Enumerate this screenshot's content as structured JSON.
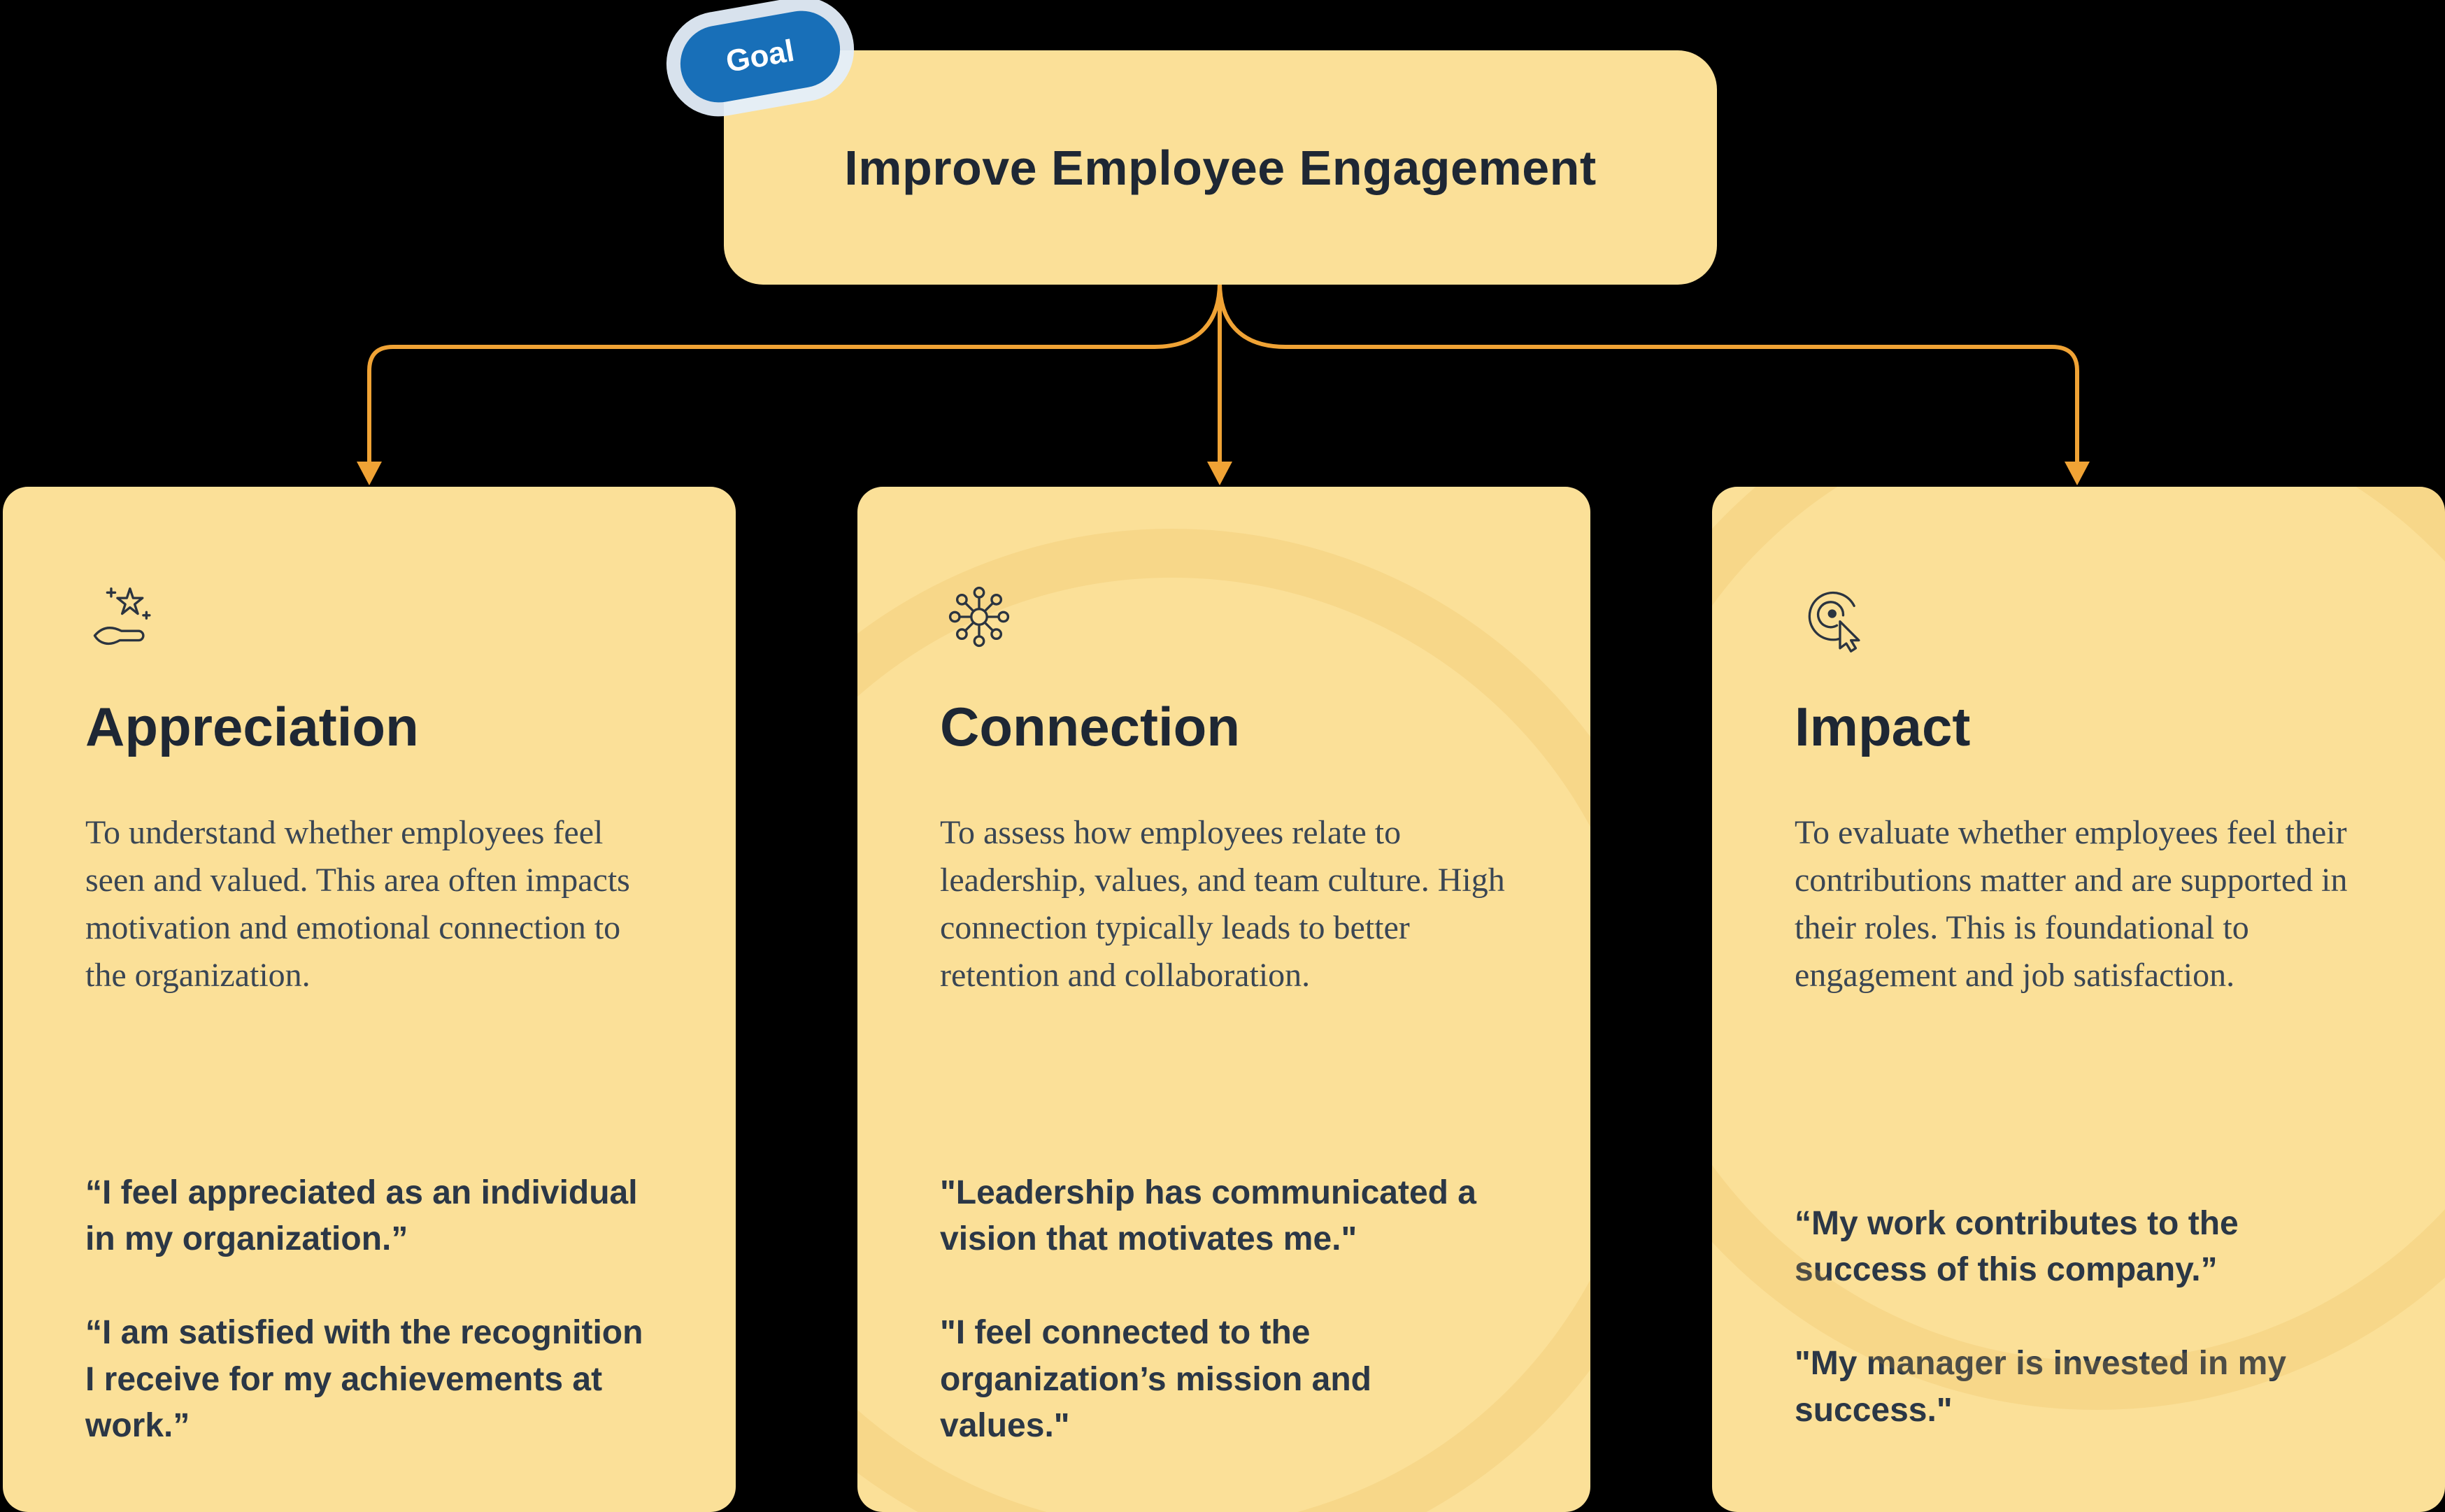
{
  "goal": {
    "badge": "Goal",
    "title": "Improve Employee Engagement"
  },
  "colors": {
    "background": "#000000",
    "panel": "#FBE098",
    "arrow": "#F0A335",
    "badge_blue": "#186FB8",
    "heading_text": "#1E2734",
    "body_text": "#3A4654"
  },
  "cards": [
    {
      "icon": "hand-star-icon",
      "title": "Appreciation",
      "description": "To understand whether employees feel seen and valued. This area often impacts motivation and emotional connection to the organization.",
      "quotes": [
        "“I feel appreciated as an individual in my organization.”",
        "“I am satisfied with the recognition I receive for my achievements at work.”"
      ]
    },
    {
      "icon": "network-nodes-icon",
      "title": "Connection",
      "description": "To assess how employees relate to leadership, values, and team culture. High connection typically leads to better retention and collaboration.",
      "quotes": [
        "\"Leadership has communicated a vision that motivates me.\"",
        "\"I feel connected to the organization’s mission and values.\""
      ]
    },
    {
      "icon": "target-cursor-icon",
      "title": "Impact",
      "description": "To evaluate whether employees feel their contributions matter and are supported in their roles. This is foundational to engagement and job satisfaction.",
      "quotes": [
        "“My work contributes to the success of this company.”",
        "\"My manager is invested in my success.\""
      ]
    }
  ]
}
